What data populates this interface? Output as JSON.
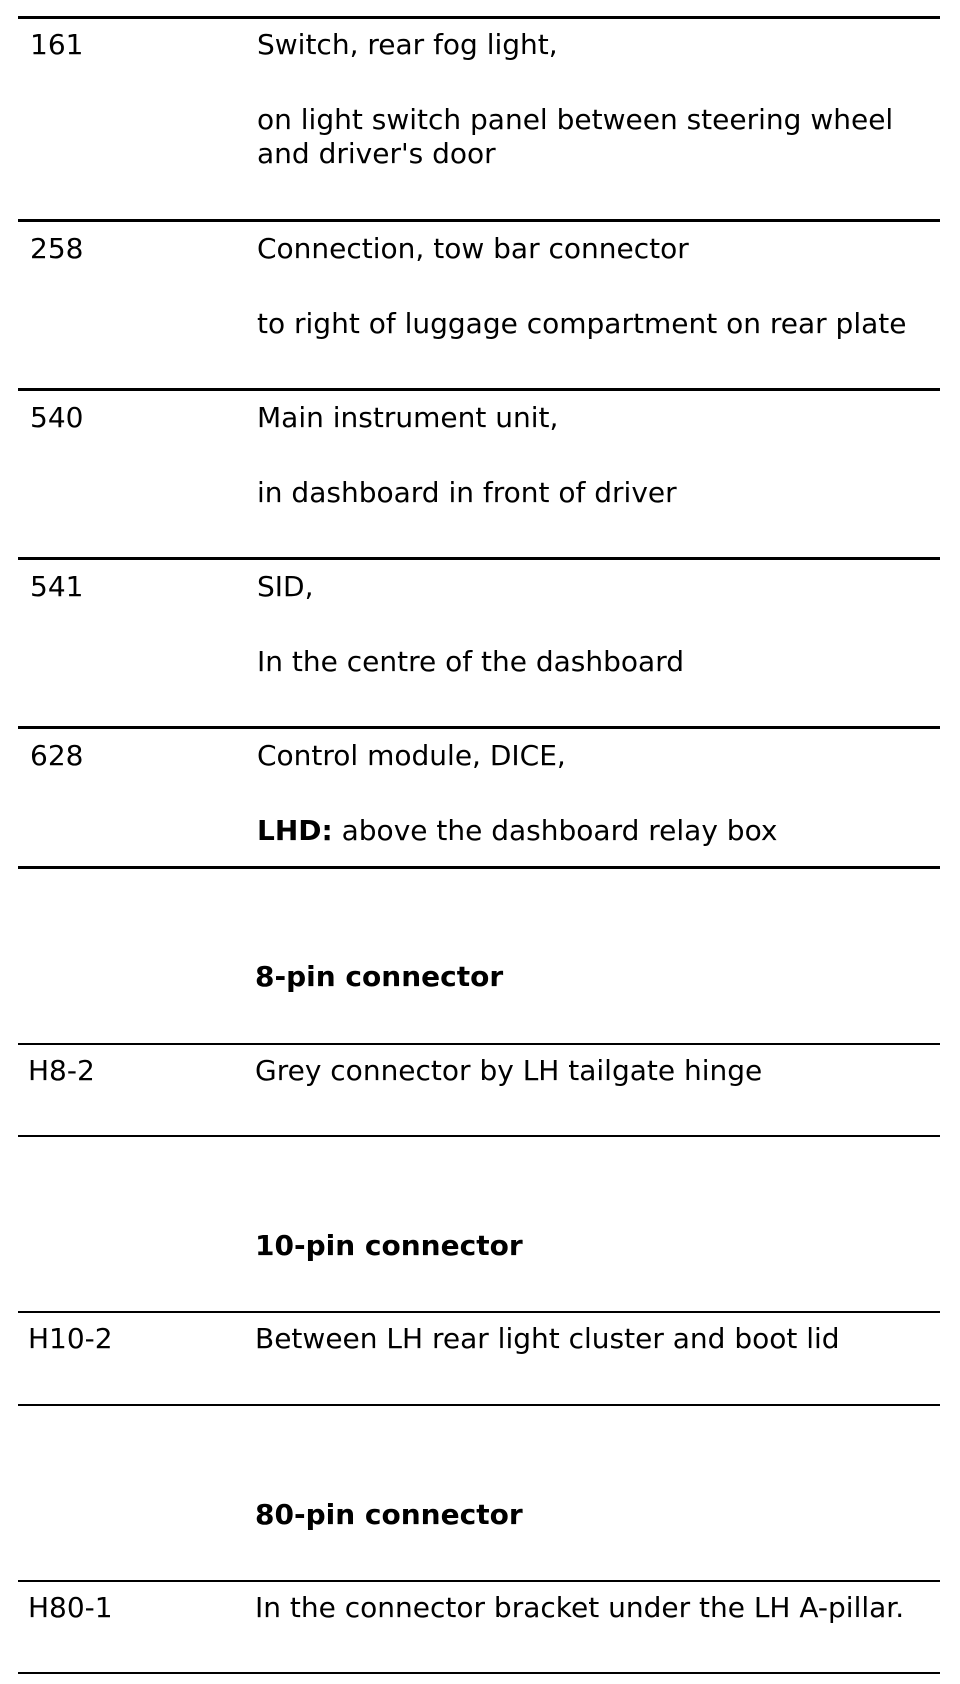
{
  "components": [
    {
      "code": "161",
      "name": "Switch, rear fog light,",
      "location": "on light switch panel between steering wheel and driver's door"
    },
    {
      "code": "258",
      "name": "Connection, tow bar connector",
      "location": "to right of luggage compartment on rear plate"
    },
    {
      "code": "540",
      "name": "Main instrument unit,",
      "location": "in dashboard in front of driver"
    },
    {
      "code": "541",
      "name": "SID,",
      "location": "In the centre of the dashboard"
    },
    {
      "code": "628",
      "name": "Control module, DICE,",
      "location_label": "LHD:",
      "location": "above the dashboard relay box"
    }
  ],
  "connector_groups": [
    {
      "heading": "8-pin connector",
      "code": "H8-2",
      "location": "Grey connector by LH tailgate hinge"
    },
    {
      "heading": "10-pin connector",
      "code": "H10-2",
      "location": "Between LH rear light cluster and boot lid"
    },
    {
      "heading": "80-pin connector",
      "code": "H80-1",
      "location": "In the connector bracket under the LH A-pillar."
    }
  ]
}
